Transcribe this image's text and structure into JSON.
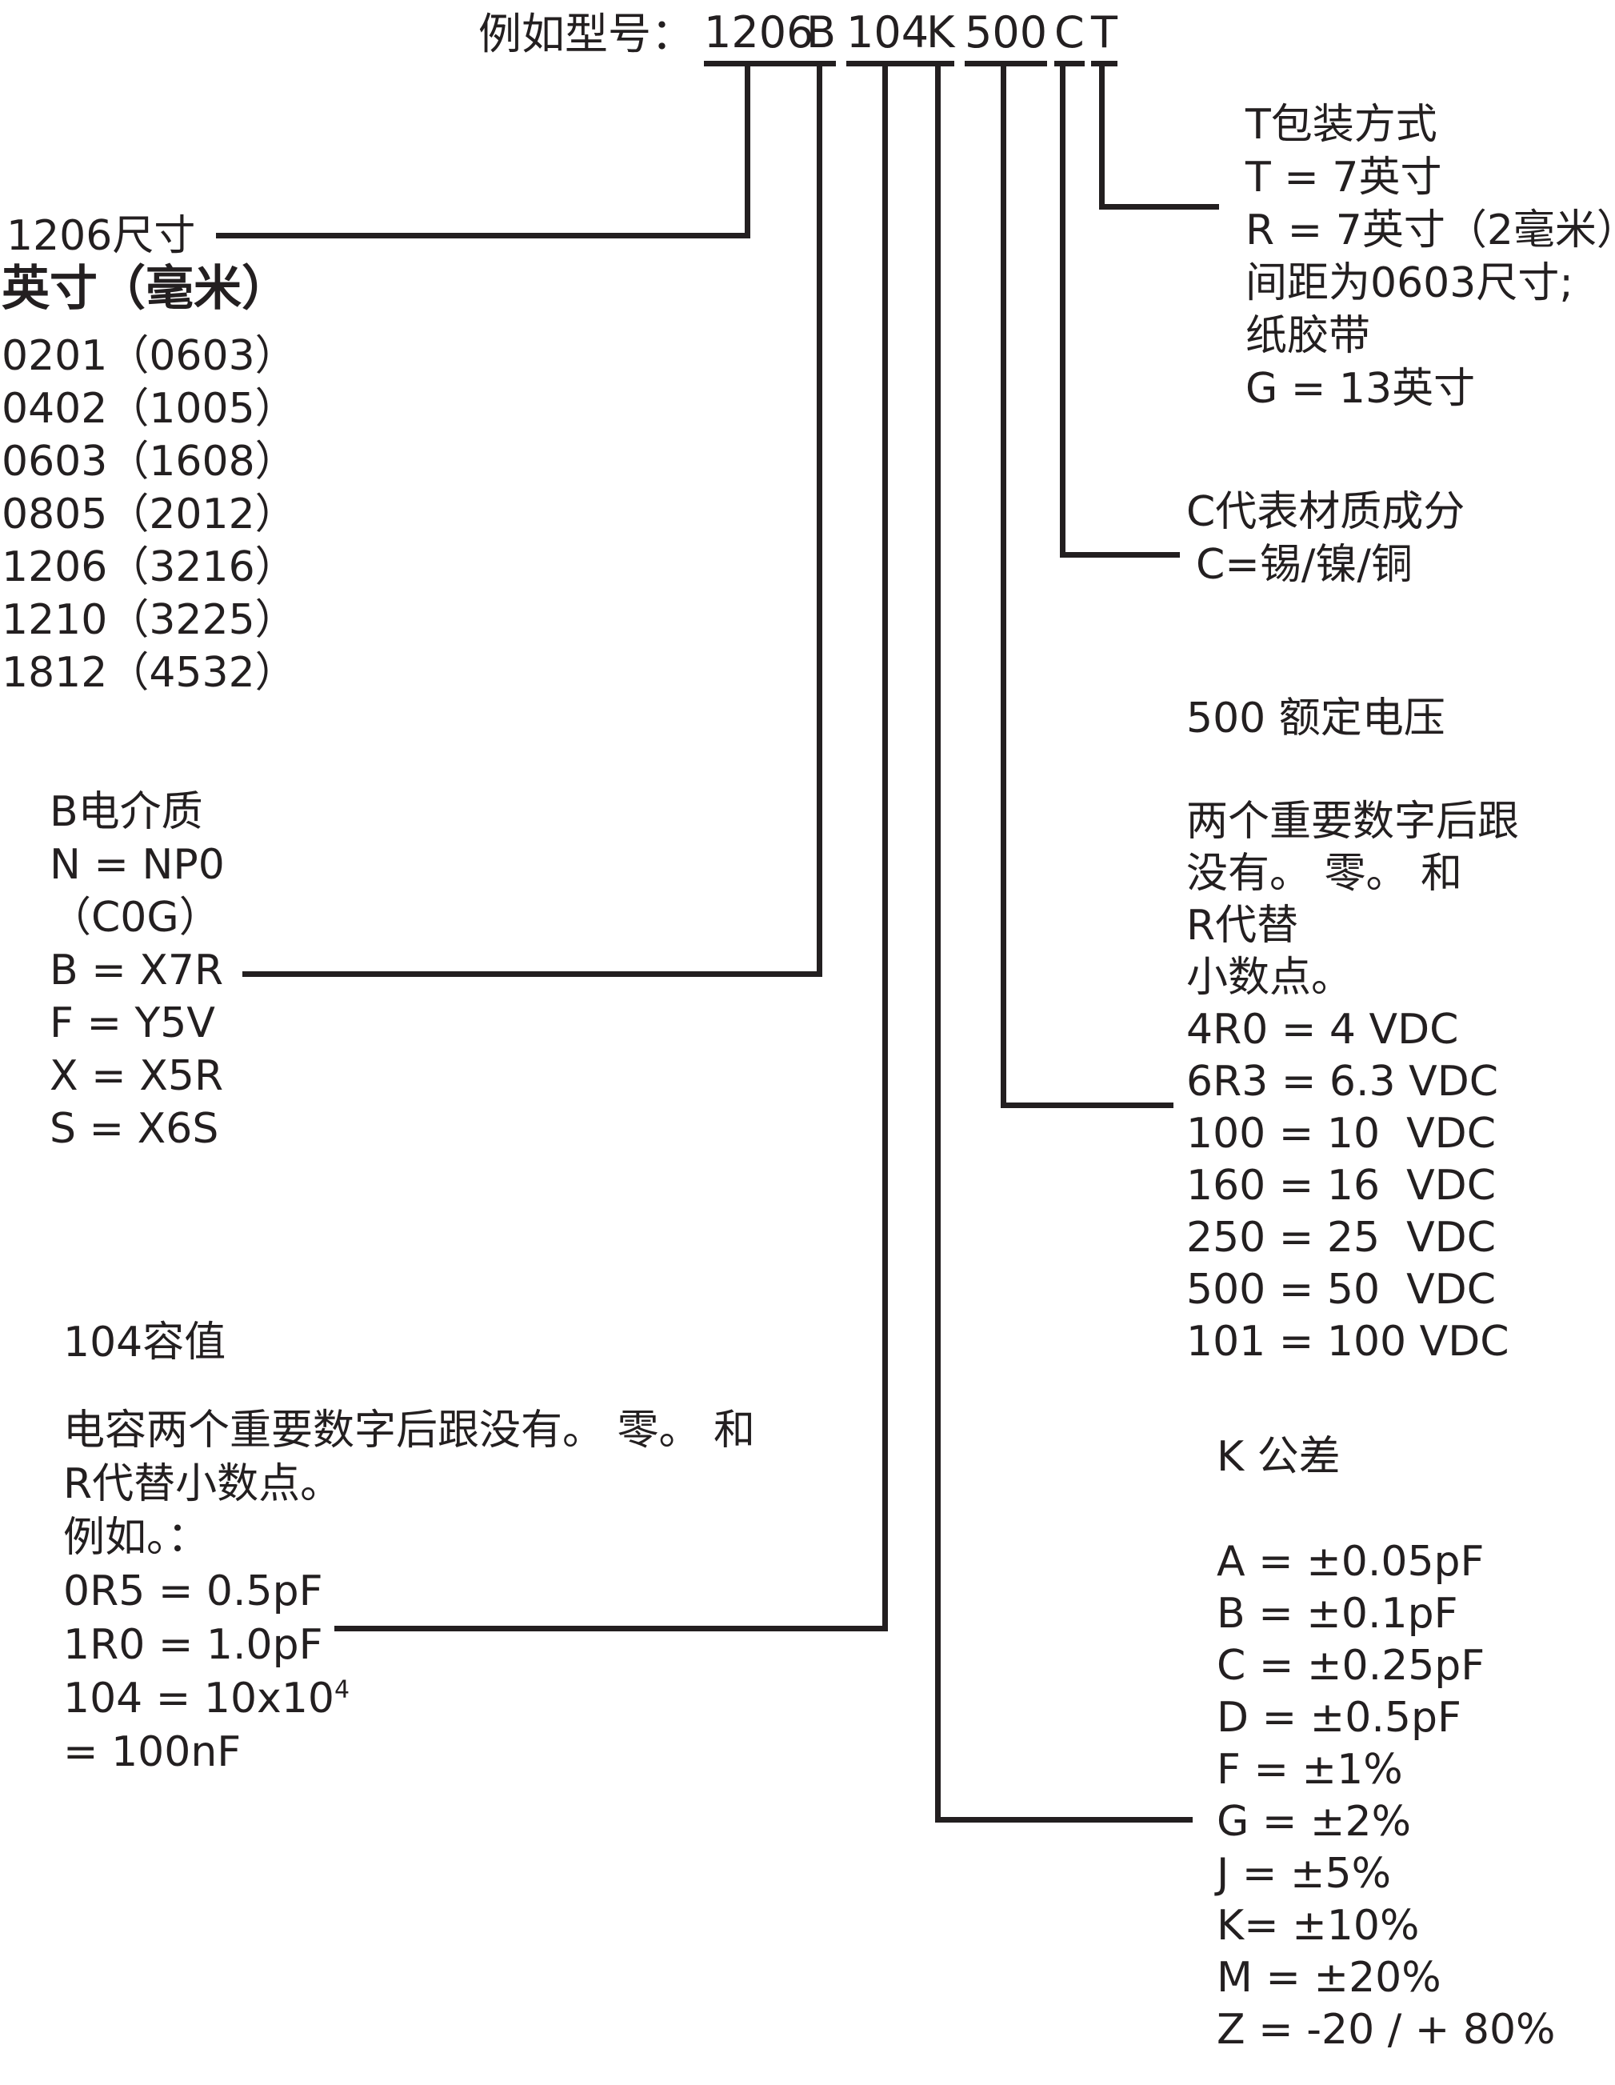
{
  "colors": {
    "ink": "#231f20",
    "background": "#ffffff"
  },
  "title": {
    "prefix": "例如型号：",
    "segments": [
      "1206",
      "B",
      "104",
      "K",
      "500",
      "C",
      "T"
    ]
  },
  "size_block": {
    "label": "1206尺寸",
    "header": "英寸（毫米）",
    "items": [
      "0201（0603）",
      "0402（1005）",
      "0603（1608）",
      "0805（2012）",
      "1206（3216）",
      "1210（3225）",
      "1812（4532）"
    ]
  },
  "dielectric_block": {
    "lines": [
      "B电介质",
      "N = NP0",
      "（C0G）",
      "B = X7R",
      "F = Y5V",
      "X = X5R",
      "S = X6S"
    ]
  },
  "capacitance_block": {
    "label": "104容值",
    "lines": [
      "电容两个重要数字后跟没有。 零。 和",
      "R代替小数点。",
      "例如。：",
      "0R5 = 0.5pF",
      "1R0 = 1.0pF"
    ],
    "formula_base": "104 = 10x10",
    "formula_exponent": "4",
    "formula_result": "= 100nF"
  },
  "tolerance_block": {
    "label": "K 公差",
    "items": [
      "A = ±0.05pF",
      "B = ±0.1pF",
      "C = ±0.25pF",
      "D = ±0.5pF",
      "F = ±1%",
      "G = ±2%",
      "J = ±5%",
      "K= ±10%",
      "M = ±20%",
      "Z = -20 / + 80%"
    ]
  },
  "voltage_block": {
    "label": "500 额定电压",
    "lines": [
      "两个重要数字后跟",
      "没有。 零。 和",
      "R代替",
      "小数点。",
      "4R0 = 4 VDC",
      "6R3 = 6.3 VDC",
      "100 = 10  VDC",
      "160 = 16  VDC",
      "250 = 25  VDC",
      "500 = 50  VDC",
      "101 = 100 VDC"
    ]
  },
  "material_block": {
    "title": "C代表材质成分",
    "value": "C=锡/镍/铜"
  },
  "packaging_block": {
    "lines": [
      "T包装方式",
      "T = 7英寸",
      "R = 7英寸（2毫米）",
      "间距为0603尺寸;",
      "纸胶带",
      "G = 13英寸"
    ]
  }
}
